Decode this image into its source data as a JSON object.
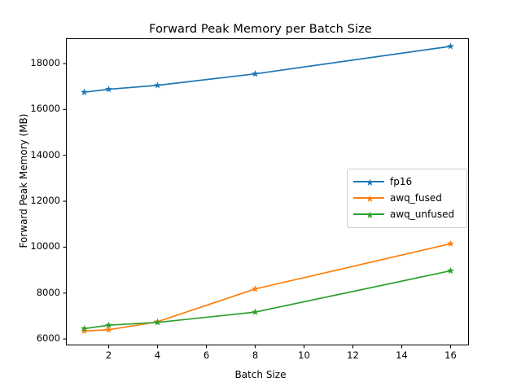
{
  "chart_data": {
    "type": "line",
    "title": "Forward Peak Memory per Batch Size",
    "xlabel": "Batch Size",
    "ylabel": "Forward Peak Memory (MB)",
    "x": [
      1,
      2,
      4,
      8,
      16
    ],
    "xlim": [
      0.25,
      16.75
    ],
    "ylim": [
      5720,
      19100
    ],
    "xticks": [
      2,
      4,
      6,
      8,
      10,
      12,
      14,
      16
    ],
    "xtick_labels": [
      "2",
      "4",
      "6",
      "8",
      "10",
      "12",
      "14",
      "16"
    ],
    "yticks": [
      6000,
      8000,
      10000,
      12000,
      14000,
      16000,
      18000
    ],
    "ytick_labels": [
      "6000",
      "8000",
      "10000",
      "12000",
      "14000",
      "16000",
      "18000"
    ],
    "grid": false,
    "legend_position": "center-right",
    "marker": "star",
    "series": [
      {
        "name": "fp16",
        "color": "#1f77b4",
        "values": [
          16750,
          16880,
          17050,
          17550,
          18750
        ]
      },
      {
        "name": "awq_fused",
        "color": "#ff7f0e",
        "values": [
          6350,
          6400,
          6750,
          8180,
          10150
        ]
      },
      {
        "name": "awq_unfused",
        "color": "#2ca02c",
        "values": [
          6450,
          6600,
          6720,
          7170,
          8970
        ]
      }
    ]
  },
  "axes": {
    "frame_color": "#000000"
  }
}
